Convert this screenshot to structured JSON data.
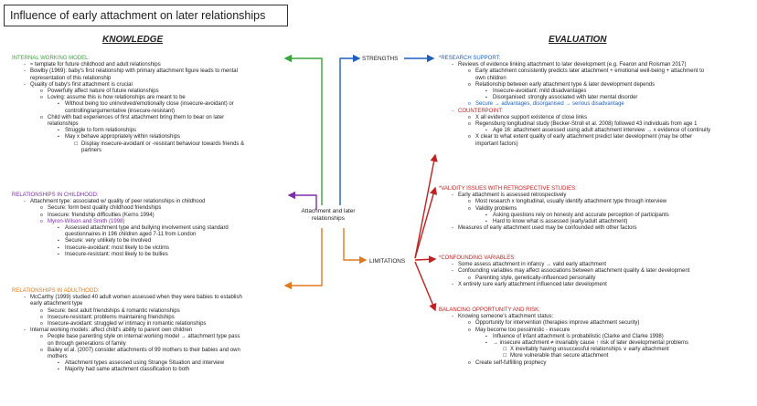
{
  "title": "Influence of early attachment on later relationships",
  "knowledge_heading": "KNOWLEDGE",
  "evaluation_heading": "EVALUATION",
  "center": {
    "main": "Attachment and later relationships",
    "strengths": "STRENGTHS",
    "limitations": "LIMITATIONS"
  },
  "colors": {
    "green": "#3aa33a",
    "purple": "#7a2fa8",
    "orange": "#e07a1f",
    "blue": "#1f5fbf",
    "red": "#c02020"
  },
  "iwm": {
    "heading": "INTERNAL WORKING MODEL:",
    "l1": "≈ template for future childhood and adult relationships",
    "l2a": "Bowlby (1969): baby's first relationship with primary attachment figure leads to mental",
    "l2b": "representation of this relationship",
    "l3": "Quality of baby's first attachment is crucial",
    "l4": "Powerfully affect nature of future relationships",
    "l5": "Loving: assume this is how relationships are meant to be",
    "l6a": "Without being too uninvolved/emotionally close (insecure-avoidant) or",
    "l6b": "controlling/argumentative (insecure-resistant)",
    "l7a": "Child with bad experiences of first attachment bring them to bear on later",
    "l7b": "relationships",
    "l8": "Struggle to form relationships",
    "l9": "May x behave appropriately within relationships",
    "l10a": "Display insecure-avoidant or -resistant behaviour towards friends &",
    "l10b": "partners"
  },
  "child": {
    "heading": "RELATIONSHIPS IN CHILDHOOD:",
    "l1": "Attachment type: associated w/ quality of peer relationships in childhood",
    "l2": "Secure: form best quality childhood friendships",
    "l3": "Insecure: friendship difficulties (Kerns 1994)",
    "l4": "Myron-Wilson and Smith (1998)",
    "l5a": "Assessed attachment type and bullying involvement using standard",
    "l5b": "questionnaires in 196 children aged 7-11 from London",
    "l6": "Secure: very unlikely to be involved",
    "l7": "Insecure-avoidant: most likely to be victims",
    "l8": "Insecure-resistant: most likely to be bullies"
  },
  "adult": {
    "heading": "RELATIONSHIPS IN ADULTHOOD:",
    "l1a": "McCarthy (1999) studied 40 adult women assessed when they were babies to establish",
    "l1b": "early attachment type",
    "l2": "Secure: best adult friendships & romantic relationships",
    "l3": "Insecure-resistant: problems maintaining friendships",
    "l4": "Insecure-avoidant: struggled w/ intimacy in romantic relationships",
    "l5": "Internal working models: affect child's ability to parent own children",
    "l6a": "People base parenting style on internal working model → attachment type pass",
    "l6b": "on through generations of family",
    "l7a": "Bailey et al. (2007) consider attachments of 99 mothers to their babies and own",
    "l7b": "mothers",
    "l8": "Attachment types assessed using Strange Situation and interview",
    "l9": "Majority had same attachment classification to both"
  },
  "research": {
    "heading": "*RESEARCH SUPPORT:",
    "l1": "Reviews of evidence linking attachment to later development (e.g. Fearon and Roisman 2017)",
    "l2a": "Early attachment consistently predicts later attachment + emotional well-being + attachment to",
    "l2b": "own children",
    "l3": "Relationship between early attachment type & later development depends",
    "l4": "Insecure-avoidant: mild disadvantages",
    "l5": "Disorganised: strongly associated with later mental disorder",
    "l6": "Secure → advantages, disorganised → serious disadvantage",
    "cp": "COUNTERPOINT:",
    "l7": "X all evidence support existence of close links",
    "l8": "Regensburg longitudinal study (Becker-Stroll et al. 2008) followed 43 individuals from age 1",
    "l9": "Age 16: attachment assessed using adult attachment interview → x evidence of continuity",
    "l10a": "X clear to what extent quality of early attachment predict later development (may be other",
    "l10b": "important factors)"
  },
  "validity": {
    "heading": "*VALIDITY ISSUES WITH RETROSPECTIVE STUDIES:",
    "l1": "Early attachment is assessed retrospectively",
    "l2": "Most research x longitudinal, usually identify attachment type through interview",
    "l3": "Validity problems",
    "l4": "Asking questions rely on honesty and accurate perception of participants",
    "l5": "Hard to know what is assessed (early/adult attachment)",
    "l6": "Measures of early attachment used may be confounded with other factors"
  },
  "confound": {
    "heading": "*CONFOUNDING VARIABLES:",
    "l1": "Some assess attachment in infancy → valid early attachment",
    "l2": "Confounding variables may affect associations between attachment quality & later development",
    "l3": "Parenting style, genetically-influenced personality",
    "l4": "X entirely sure early attachment influenced later development"
  },
  "balance": {
    "heading": "BALANCING OPPORTUNITY AND RISK:",
    "l1": "Knowing someone's attachment status:",
    "l2": "Opportunity for intervention (therapies improve attachment security)",
    "l3": "May become too pessimistic - insecure",
    "l4": "Influence of infant attachment is probabilistic (Clarke and Clarke 1998)",
    "l5": "→ insecure attachment ≠ invariably cause ↑ risk of later developmental problems",
    "l6": "X inevitably having unsuccessful relationships ∨ early attachment",
    "l7": "More vulnerable than secure attachment",
    "l8": "Create self-fulfilling prophecy"
  }
}
